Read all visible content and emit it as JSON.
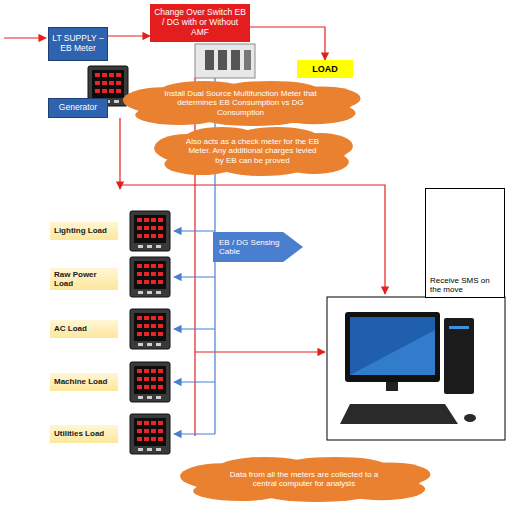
{
  "diagram": {
    "nodes": [
      {
        "text": [
          "LT SUPPLY – EB Meter"
        ]
      },
      {
        "text": [
          "Change Over Switch EB / DG with or Without AMF"
        ]
      },
      {
        "text": [
          "Generator"
        ]
      },
      {
        "text": [
          "LOAD"
        ]
      },
      {
        "text": [
          "Install Dual Source Multifunction Meter that determines EB Consumption vs DG Consumption"
        ]
      },
      {
        "text": [
          "Also acts as a check meter for the EB Meter. Any additional charges levied by EB can be proved"
        ]
      },
      {
        "text": [
          "Lighting Load"
        ]
      },
      {
        "text": [
          "Raw Power Load"
        ]
      },
      {
        "text": [
          "AC Load"
        ]
      },
      {
        "text": [
          "Machine Load"
        ]
      },
      {
        "text": [
          "Utilities Load"
        ]
      },
      {
        "text": [
          "EB / DG Sensing Cable"
        ]
      },
      {
        "text": [
          "Receive SMS on the move"
        ]
      },
      {
        "text": [
          "Data from all the meters are collected to a central computer for analysis"
        ]
      }
    ],
    "edges": [
      {
        "from": 0,
        "to": 1,
        "arrow": "to"
      },
      {
        "from": 1,
        "to": 3,
        "arrow": "to"
      }
    ]
  }
}
